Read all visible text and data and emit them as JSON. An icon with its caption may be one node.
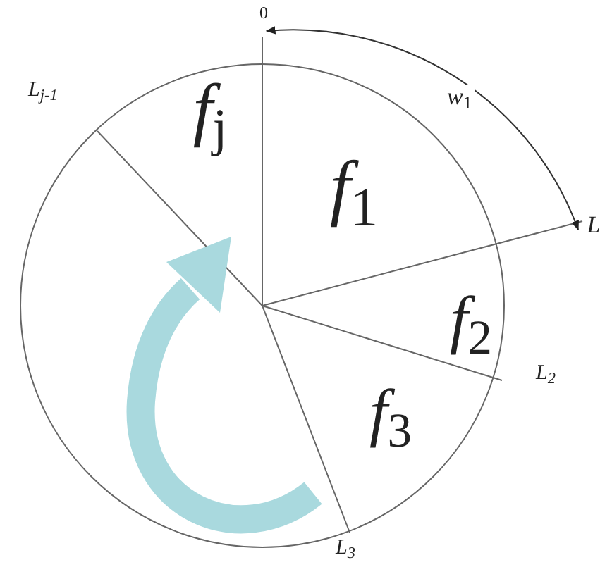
{
  "diagram": {
    "nodes": [
      {
        "text": [],
        "shape": "circle"
      },
      {
        "text": [
          "*f*$_{1}$"
        ],
        "in": 0
      },
      {
        "text": [
          "*f*$_{2}$"
        ],
        "in": 0
      },
      {
        "text": [
          "*f*$_{3}$"
        ],
        "in": 0
      },
      {
        "text": [
          "*f*$_{j}$"
        ],
        "in": 0
      },
      {
        "text": [
          "0"
        ]
      },
      {
        "text": [
          "L"
        ]
      }
    ],
    "edges": [
      {
        "from": 5,
        "to": 6,
        "arrow": "both",
        "label": "*w*$_{1}$"
      }
    ],
    "labels": [
      "L$_{j-1}$",
      "L$_{2}$",
      "L$_{3}$"
    ]
  }
}
